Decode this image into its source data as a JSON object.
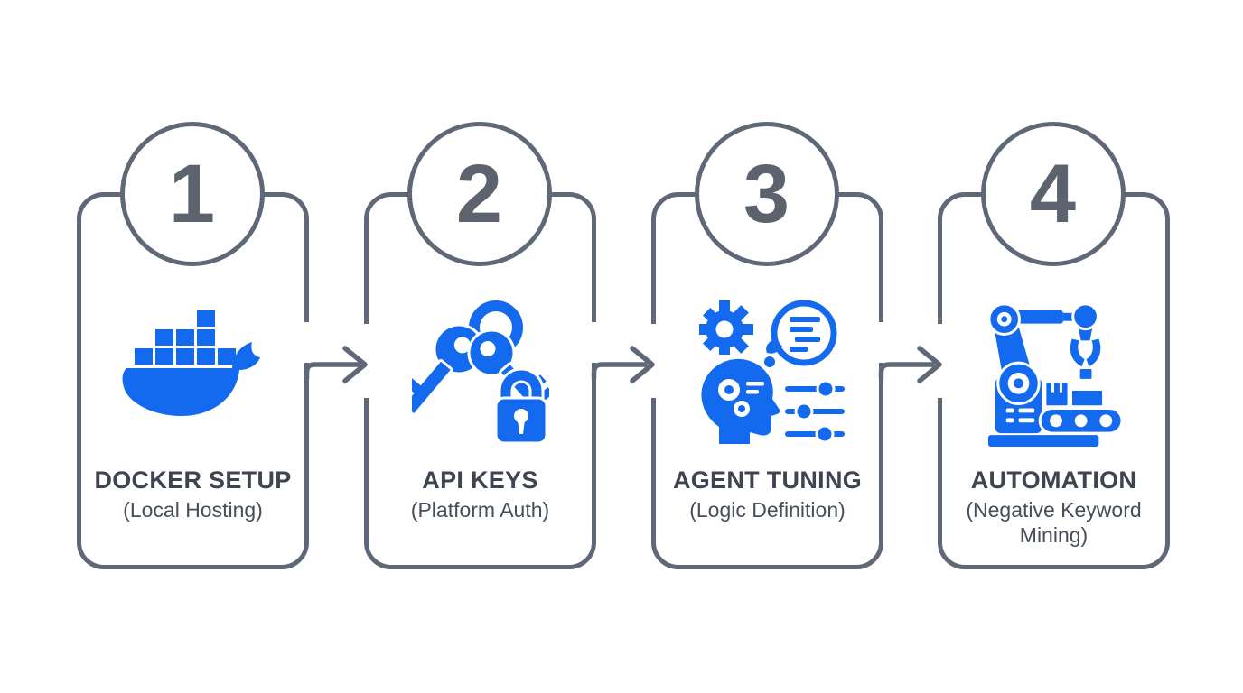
{
  "diagram": {
    "type": "process-steps",
    "background": "#ffffff",
    "colors": {
      "accent_blue": "#146aee",
      "outline_gray": "#5f6876",
      "number_gray": "#5d636e",
      "title_gray": "#3e4450",
      "subtitle_gray": "#474e59"
    },
    "connector": {
      "style": "elbow-arrow-right",
      "symbol": "→"
    },
    "steps": [
      {
        "number": "1",
        "title": "DOCKER SETUP",
        "subtitle": "(Local Hosting)",
        "icon": "docker-whale-icon"
      },
      {
        "number": "2",
        "title": "API KEYS",
        "subtitle": "(Platform Auth)",
        "icon": "keys-padlock-icon"
      },
      {
        "number": "3",
        "title": "AGENT TUNING",
        "subtitle": "(Logic Definition)",
        "icon": "head-gears-chat-sliders-icon"
      },
      {
        "number": "4",
        "title": "AUTOMATION",
        "subtitle": "(Negative Keyword Mining)",
        "icon": "robotic-arm-conveyor-icon"
      }
    ]
  }
}
